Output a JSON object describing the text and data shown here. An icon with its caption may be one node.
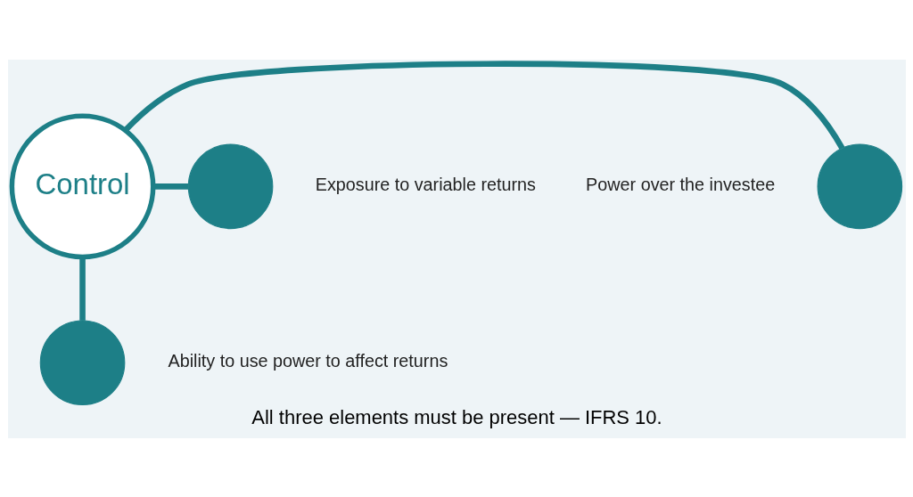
{
  "diagram": {
    "caption": "All three elements must be present — IFRS 10.",
    "nodes": [
      {
        "text": [
          "Control"
        ]
      },
      {
        "text": [],
        "shape": "circle",
        "beside": [
          "Power over the investee"
        ]
      },
      {
        "text": [],
        "shape": "circle",
        "beside": [
          "Exposure to variable returns"
        ]
      },
      {
        "text": [],
        "shape": "circle",
        "beside": [
          "Ability to use power to affect returns"
        ]
      }
    ],
    "edges": [
      {
        "from": 0,
        "to": 1,
        "arrow": "none"
      },
      {
        "from": 0,
        "to": 2,
        "arrow": "none"
      },
      {
        "from": 0,
        "to": 3,
        "arrow": "none"
      }
    ]
  }
}
